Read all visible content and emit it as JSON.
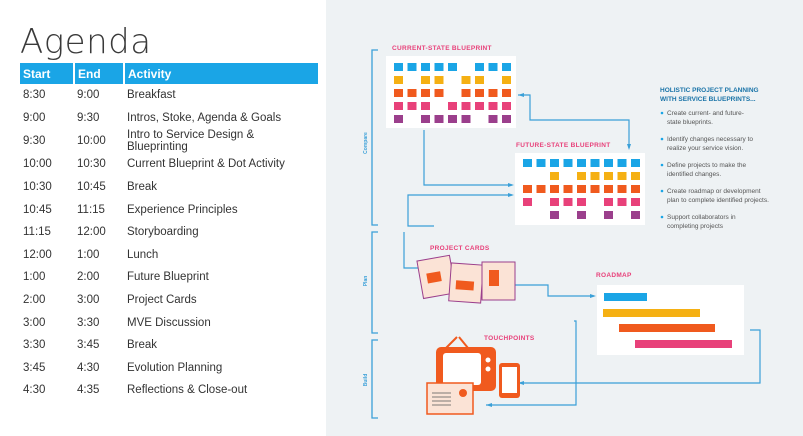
{
  "title": "Agenda",
  "table": {
    "headers": [
      "Start",
      "End",
      "Activity"
    ],
    "rows": [
      [
        "8:30",
        "9:00",
        "Breakfast"
      ],
      [
        "9:00",
        "9:30",
        "Intros, Stoke, Agenda & Goals"
      ],
      [
        "9:30",
        "10:00",
        "Intro to Service Design & Blueprinting"
      ],
      [
        "10:00",
        "10:30",
        "Current Blueprint & Dot Activity"
      ],
      [
        "10:30",
        "10:45",
        "Break"
      ],
      [
        "10:45",
        "11:15",
        "Experience Principles"
      ],
      [
        "11:15",
        "12:00",
        "Storyboarding"
      ],
      [
        "12:00",
        "1:00",
        "Lunch"
      ],
      [
        "1:00",
        "2:00",
        "Future Blueprint"
      ],
      [
        "2:00",
        "3:00",
        "Project Cards"
      ],
      [
        "3:00",
        "3:30",
        "MVE Discussion"
      ],
      [
        "3:30",
        "3:45",
        "Break"
      ],
      [
        "3:45",
        "4:30",
        "Evolution Planning"
      ],
      [
        "4:30",
        "4:35",
        "Reflections & Close-out"
      ]
    ]
  },
  "diagram": {
    "current_label": "CURRENT-STATE BLUEPRINT",
    "future_label": "FUTURE-STATE BLUEPRINT",
    "project_label": "PROJECT CARDS",
    "roadmap_label": "ROADMAP",
    "touch_label": "TOUCHPOINTS",
    "side_compare": "Compare",
    "side_plan": "Plan",
    "side_build": "Build",
    "hpp_line1": "HOLISTIC PROJECT PLANNING",
    "hpp_line2": "WITH SERVICE BLUEPRINTS...",
    "bullets": [
      [
        "Create current- and future-",
        "state blueprints."
      ],
      [
        "Identify changes necessary to",
        "realize your service vision."
      ],
      [
        "Define projects to make the",
        "identified changes."
      ],
      [
        "Create roadmap or development",
        "plan to complete identified projects."
      ],
      [
        "Support collaborators in",
        "completing projects"
      ]
    ],
    "colors": {
      "blue": "#1aa5e6",
      "yellow": "#f5b013",
      "orange": "#f05a1e",
      "pink": "#e8417a",
      "purple": "#9b3f8c"
    }
  }
}
